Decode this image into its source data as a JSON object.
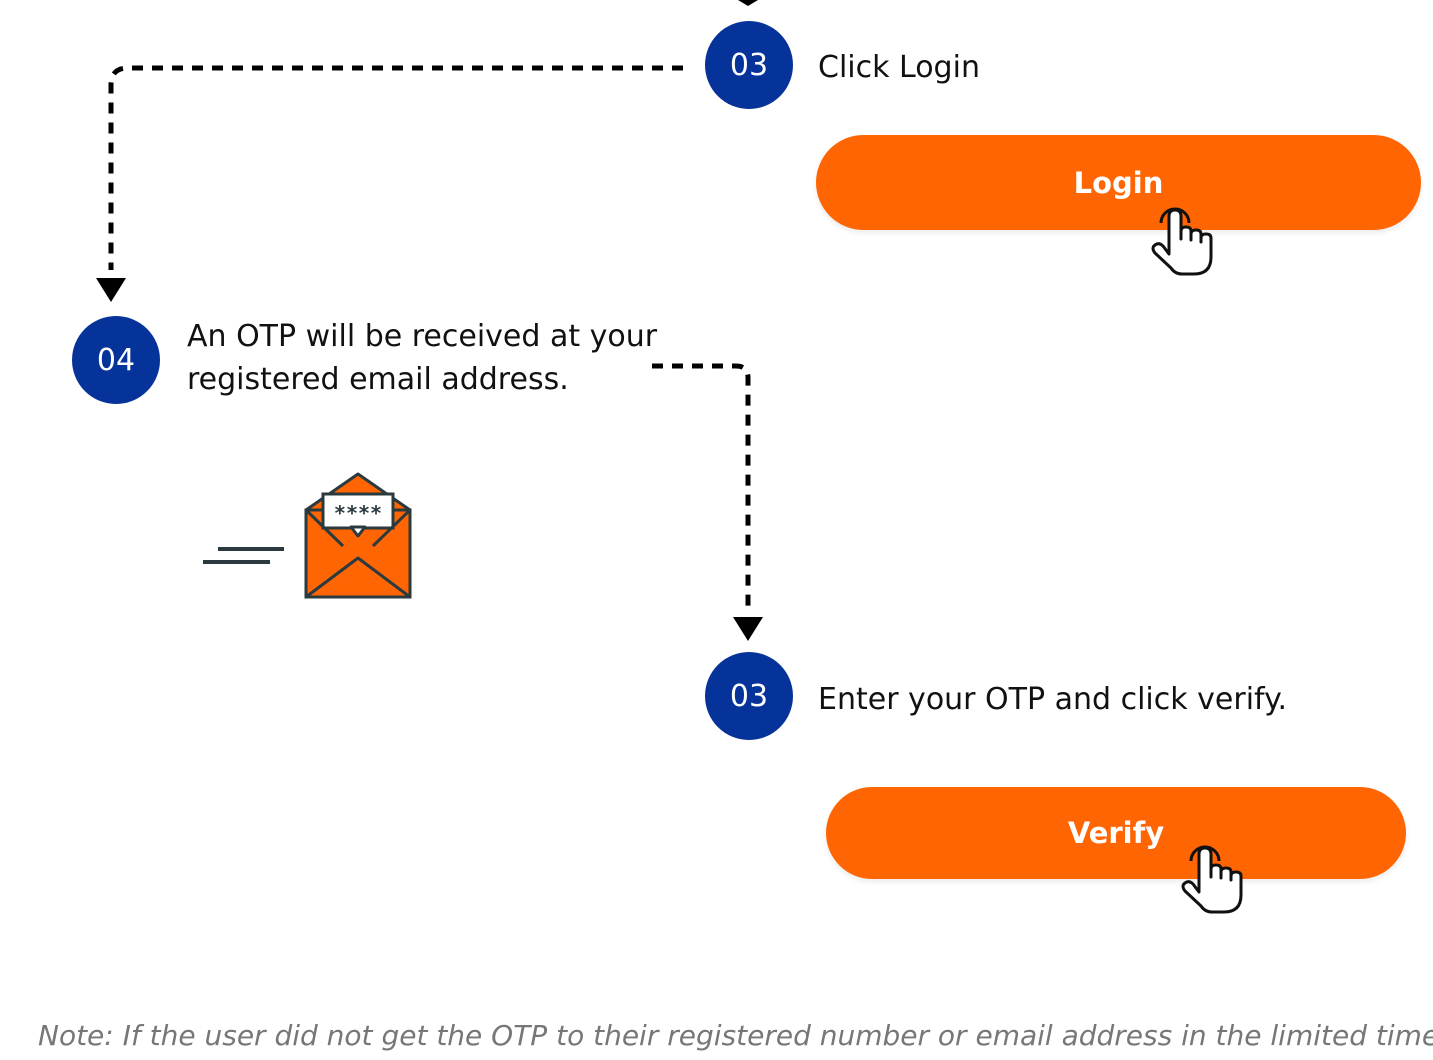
{
  "colors": {
    "step_circle": "#063399",
    "button": "#ff6603",
    "button_text": "#ffffff",
    "connector": "#000000",
    "envelope": "#ff6603"
  },
  "steps": [
    {
      "number": "03",
      "text": "Click Login"
    },
    {
      "number": "04",
      "text_line1": "An OTP will be received at your",
      "text_line2": "registered email address."
    },
    {
      "number": "03",
      "text": "Enter your OTP and click verify."
    }
  ],
  "buttons": {
    "login_label": "Login",
    "verify_label": "Verify"
  },
  "envelope": {
    "otp_mask": "****",
    "icon": "envelope-icon"
  },
  "pointer_icon": "hand-pointer-icon",
  "note": "Note: If the user did not get the OTP to their registered number or email address in the limited time, the"
}
